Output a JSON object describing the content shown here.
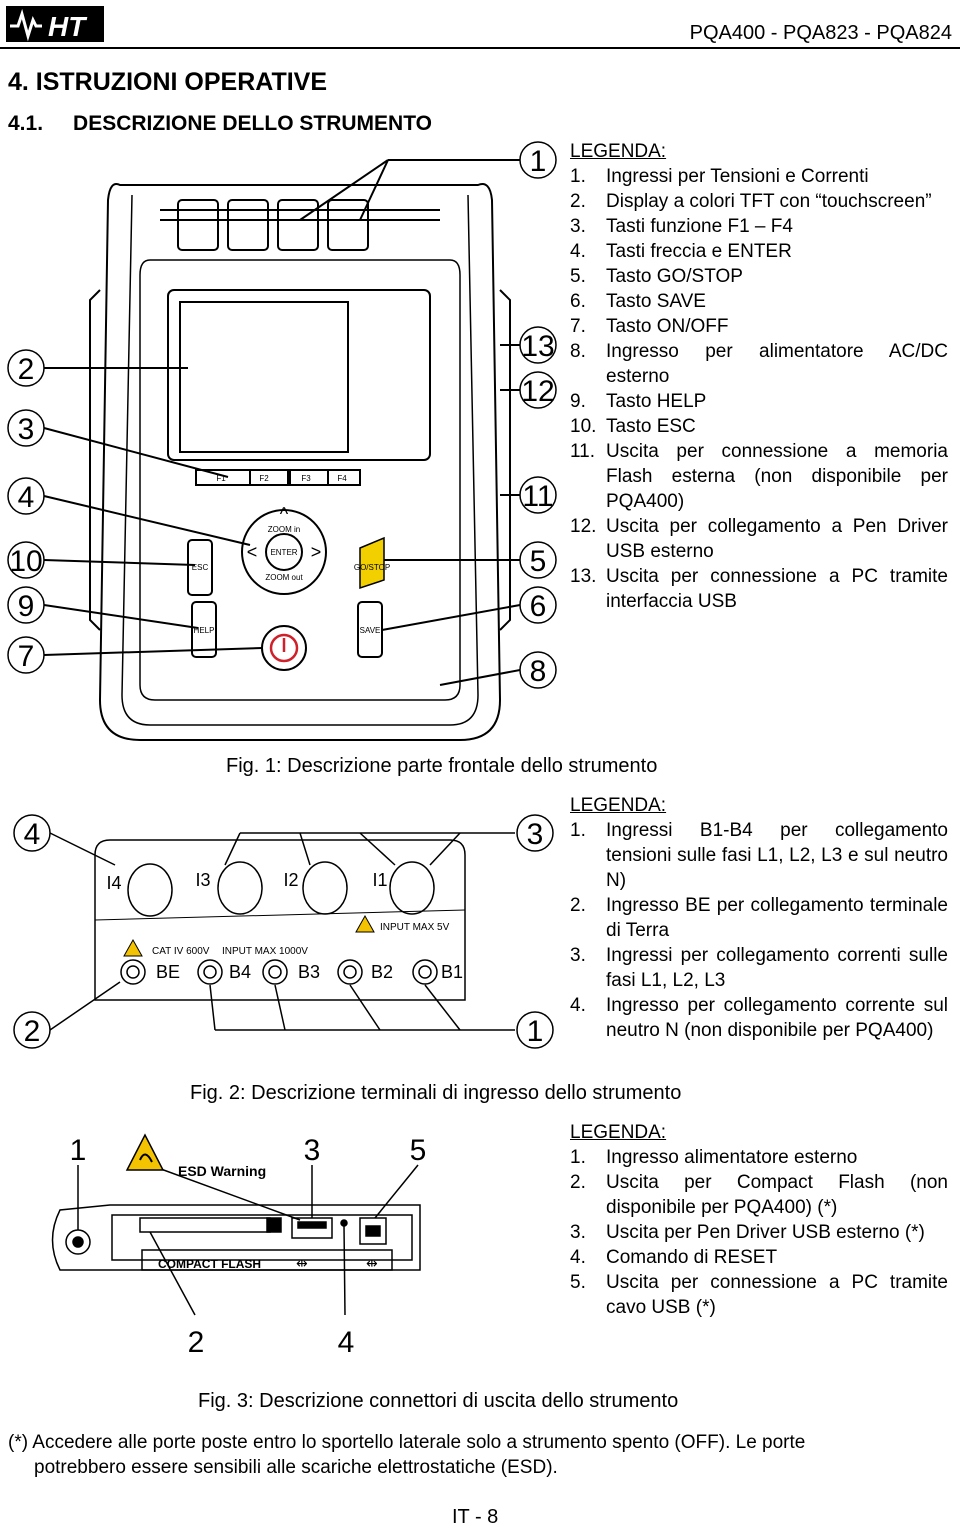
{
  "header": {
    "logo_text": "HT",
    "model": "PQA400 - PQA823 - PQA824"
  },
  "section": {
    "title": "4.  ISTRUZIONI OPERATIVE",
    "subtitle_num": "4.1.",
    "subtitle": "DESCRIZIONE DELLO STRUMENTO"
  },
  "fig1": {
    "caption": "Fig. 1: Descrizione parte frontale dello strumento",
    "legend_head": "LEGENDA:",
    "labels": {
      "f1": "F1",
      "f2": "F2",
      "f3": "F3",
      "f4": "F4",
      "zoom_in": "ZOOM in",
      "enter": "ENTER",
      "zoom_out": "ZOOM out",
      "go_stop": "GO/STOP",
      "esc": "ESC",
      "help": "HELP",
      "save": "SAVE"
    },
    "callouts_left": [
      "2",
      "3",
      "4",
      "10",
      "9",
      "7"
    ],
    "callouts_right": [
      "1",
      "13",
      "12",
      "11",
      "5",
      "6",
      "8"
    ],
    "legend": [
      {
        "n": "1.",
        "text": "Ingressi per Tensioni e Correnti"
      },
      {
        "n": "2.",
        "text": "Display a colori TFT con “touchscreen”"
      },
      {
        "n": "3.",
        "text": "Tasti funzione F1 – F4"
      },
      {
        "n": "4.",
        "text": "Tasti freccia e ENTER"
      },
      {
        "n": "5.",
        "text": "Tasto GO/STOP"
      },
      {
        "n": "6.",
        "text": "Tasto SAVE"
      },
      {
        "n": "7.",
        "text": "Tasto ON/OFF"
      },
      {
        "n": "8.",
        "text": "Ingresso per alimentatore AC/DC esterno"
      },
      {
        "n": "9.",
        "text": "Tasto HELP"
      },
      {
        "n": "10.",
        "text": "Tasto ESC"
      },
      {
        "n": "11.",
        "text": "Uscita per connessione a memoria Flash esterna (non disponibile per PQA400)"
      },
      {
        "n": "12.",
        "text": "Uscita per collegamento a Pen Driver USB esterno"
      },
      {
        "n": "13.",
        "text": "Uscita per connessione a PC tramite interfaccia USB"
      }
    ]
  },
  "fig2": {
    "caption": "Fig. 2: Descrizione terminali di ingresso dello strumento",
    "legend_head": "LEGENDA:",
    "callouts": [
      "4",
      "3",
      "2",
      "1"
    ],
    "labels": {
      "i4": "I4",
      "i3": "I3",
      "i2": "I2",
      "i1": "I1",
      "input_max_5v": "INPUT MAX 5V",
      "cat": "CAT IV 600V",
      "input_max_1000v": "INPUT MAX 1000V",
      "be": "BE",
      "b4": "B4",
      "b3": "B3",
      "b2": "B2",
      "b1": "B1"
    },
    "legend": [
      {
        "n": "1.",
        "text": "Ingressi B1-B4 per collegamento tensioni sulle fasi L1, L2, L3 e sul neutro N)"
      },
      {
        "n": "2.",
        "text": "Ingresso BE per collegamento terminale di Terra"
      },
      {
        "n": "3.",
        "text": "Ingressi per collegamento correnti sulle fasi L1, L2, L3"
      },
      {
        "n": "4.",
        "text": "Ingresso per collegamento corrente sul neutro N (non disponibile per PQA400)"
      }
    ]
  },
  "fig3": {
    "caption": "Fig. 3: Descrizione connettori di uscita dello strumento",
    "legend_head": "LEGENDA:",
    "callouts": [
      "1",
      "3",
      "5",
      "2",
      "4"
    ],
    "labels": {
      "esd": "ESD Warning",
      "compact_flash": "COMPACT FLASH"
    },
    "legend": [
      {
        "n": "1.",
        "text": "Ingresso alimentatore esterno"
      },
      {
        "n": "2.",
        "text": "Uscita per Compact Flash (non disponibile per PQA400) (*)"
      },
      {
        "n": "3.",
        "text": "Uscita per Pen Driver USB esterno (*)"
      },
      {
        "n": "4.",
        "text": "Comando di RESET"
      },
      {
        "n": "5.",
        "text": "Uscita per connessione a PC tramite cavo USB (*)"
      }
    ]
  },
  "note": {
    "line1": "(*) Accedere alle porte poste entro lo sportello laterale solo a strumento spento (OFF). Le porte",
    "line2": "potrebbero essere sensibili alle scariche elettrostatiche (ESD)."
  },
  "footer": {
    "page": "IT - 8"
  },
  "colors": {
    "go_stop_yellow": "#f2d000",
    "power_red": "#d0202a",
    "hazard_yellow": "#f3c200"
  }
}
